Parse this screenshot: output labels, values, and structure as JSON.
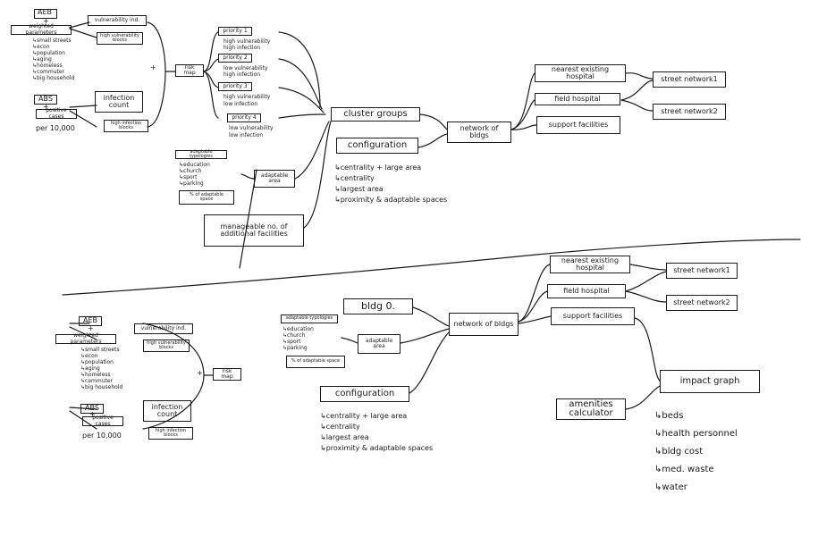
{
  "top": {
    "aeb": "AEB",
    "plus1": "+",
    "weighted_parameters": "weighted parameters",
    "params": [
      "small streets",
      "econ",
      "population",
      "aging",
      "homeless",
      "commuter",
      "big household"
    ],
    "vulnerability_ind": "vulnerability ind.",
    "high_vulnerability_blocks": "high vulnerability blocks",
    "abs": "ABS",
    "plus2": "+",
    "positive_cases": "positive cases",
    "per_10000": "per 10,000",
    "infection_count": "infection count",
    "high_infection_blocks": "high infection blocks",
    "plus3": "+",
    "risk_map": "risk map",
    "priorities": [
      {
        "label": "priority 1",
        "desc": [
          "high vulnerability",
          "high infection"
        ]
      },
      {
        "label": "priority 2",
        "desc": [
          "low vulnerability",
          "high infection"
        ]
      },
      {
        "label": "priority 3",
        "desc": [
          "high vulnerability",
          "low infection"
        ]
      },
      {
        "label": "priority 4",
        "desc": [
          "low vulnerability",
          "low infection"
        ]
      }
    ],
    "adaptable_typologies": "adaptable typologies",
    "typologies": [
      "education",
      "church",
      "sport",
      "parking"
    ],
    "pct_adaptable_space": "% of adaptable space",
    "adaptable_area": "adaptable area",
    "manageable": "manageable no. of additional facilities",
    "cluster_groups": "cluster groups",
    "configuration": "configuration",
    "config_items": [
      "centrality + large area",
      "centrality",
      "largest area",
      "proximity & adaptable spaces"
    ],
    "network_of_bldgs": "network of bldgs",
    "nearest_existing_hospital": "nearest existing hospital",
    "field_hospital": "field hospital",
    "support_facilities": "support facilities",
    "street_network1": "street network1",
    "street_network2": "street network2"
  },
  "bottom": {
    "aeb": "AEB",
    "plus1": "+",
    "weighted_parameters": "weighted parameters",
    "params": [
      "small streets",
      "econ",
      "population",
      "aging",
      "homeless",
      "commuter",
      "big household"
    ],
    "vulnerability_ind": "vulnerability ind.",
    "high_vulnerability_blocks": "high vulnerability blocks",
    "abs": "ABS",
    "plus2": "+",
    "positive_cases": "positive cases",
    "per_10000": "per 10,000",
    "infection_count": "infection count",
    "high_infection_blocks": "high infection blocks",
    "plus3": "+",
    "risk_map": "risk map",
    "bldg_0": "bldg 0.",
    "adaptable_typologies": "adaptable typologies",
    "typologies": [
      "education",
      "church",
      "sport",
      "parking"
    ],
    "pct_adaptable_space": "% of adaptable space",
    "adaptable_area": "adaptable area",
    "configuration": "configuration",
    "config_items": [
      "centrality + large area",
      "centrality",
      "largest area",
      "proximity & adaptable spaces"
    ],
    "network_of_bldgs": "network of bldgs",
    "nearest_existing_hospital": "nearest existing hospital",
    "field_hospital": "field hospital",
    "support_facilities": "support facilities",
    "street_network1": "street network1",
    "street_network2": "street network2",
    "amenities_calculator": "amenities calculator",
    "impact_graph": "impact graph",
    "impacts": [
      "beds",
      "health personnel",
      "bldg cost",
      "med. waste",
      "water"
    ]
  }
}
